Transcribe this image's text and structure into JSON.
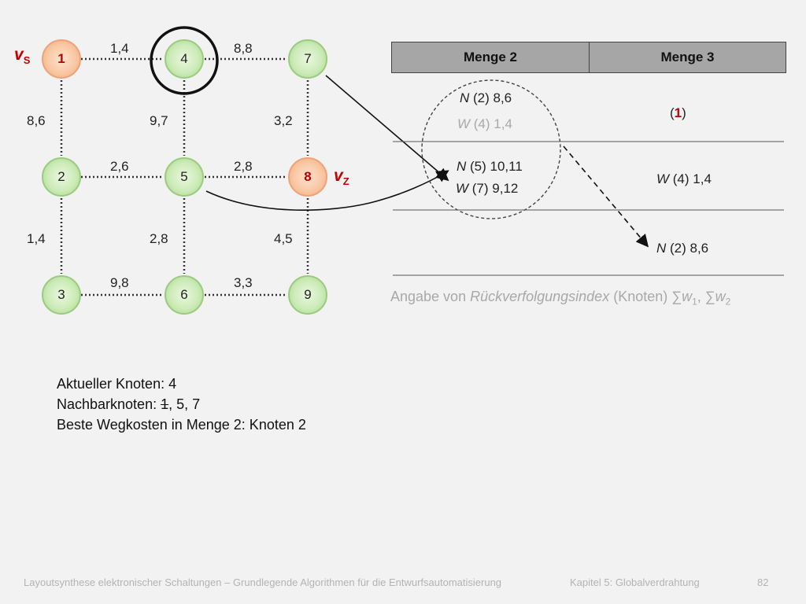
{
  "graph": {
    "source_label": "v",
    "source_sub": "S",
    "target_label": "v",
    "target_sub": "Z",
    "nodes": [
      "1",
      "4",
      "7",
      "2",
      "5",
      "8",
      "3",
      "6",
      "9"
    ],
    "edges_h": [
      "1,4",
      "8,8",
      "2,6",
      "2,8",
      "9,8",
      "3,3"
    ],
    "edges_v": [
      "8,6",
      "9,7",
      "3,2",
      "1,4",
      "2,8",
      "4,5"
    ]
  },
  "table": {
    "header_left": "Menge 2",
    "header_right": "Menge 3",
    "row1_left_a_letter": "N",
    "row1_left_a_rest": " (2) 8,6",
    "row1_left_b_letter": "W",
    "row1_left_b_rest": " (4) 1,4",
    "row1_right_open": "(",
    "row1_right_value": "1",
    "row1_right_close": ")",
    "row2_left_a_letter": "N",
    "row2_left_a_rest": " (5) 10,11",
    "row2_left_b_letter": "W",
    "row2_left_b_rest": " (7) 9,12",
    "row2_right_letter": "W",
    "row2_right_rest": " (4) 1,4",
    "row3_right_letter": "N",
    "row3_right_rest": " (2) 8,6"
  },
  "note": {
    "pre": "Angabe von ",
    "italic": "Rückverfolgungsindex",
    "post": " (Knoten) ∑",
    "w1": "w",
    "w1_sub": "1",
    "sep": ", ∑",
    "w2": "w",
    "w2_sub": "2"
  },
  "info": {
    "line1": "Aktueller Knoten: 4",
    "line2_pre": "Nachbarknoten: ",
    "line2_struck": "1",
    "line2_post": ", 5, 7",
    "line3": "Beste Wegkosten in Menge 2: Knoten 2"
  },
  "footer": {
    "left": "Layoutsynthese elektronischer Schaltungen – Grundlegende Algorithmen für die Entwurfsautomatisierung",
    "middle": "Kapitel 5: Globalverdrahtung",
    "page": "82"
  },
  "colors": {
    "accent_red": "#c00000",
    "node_green": "#a6d68a",
    "node_orange": "#f2a878",
    "header_gray": "#a6a6a6"
  }
}
